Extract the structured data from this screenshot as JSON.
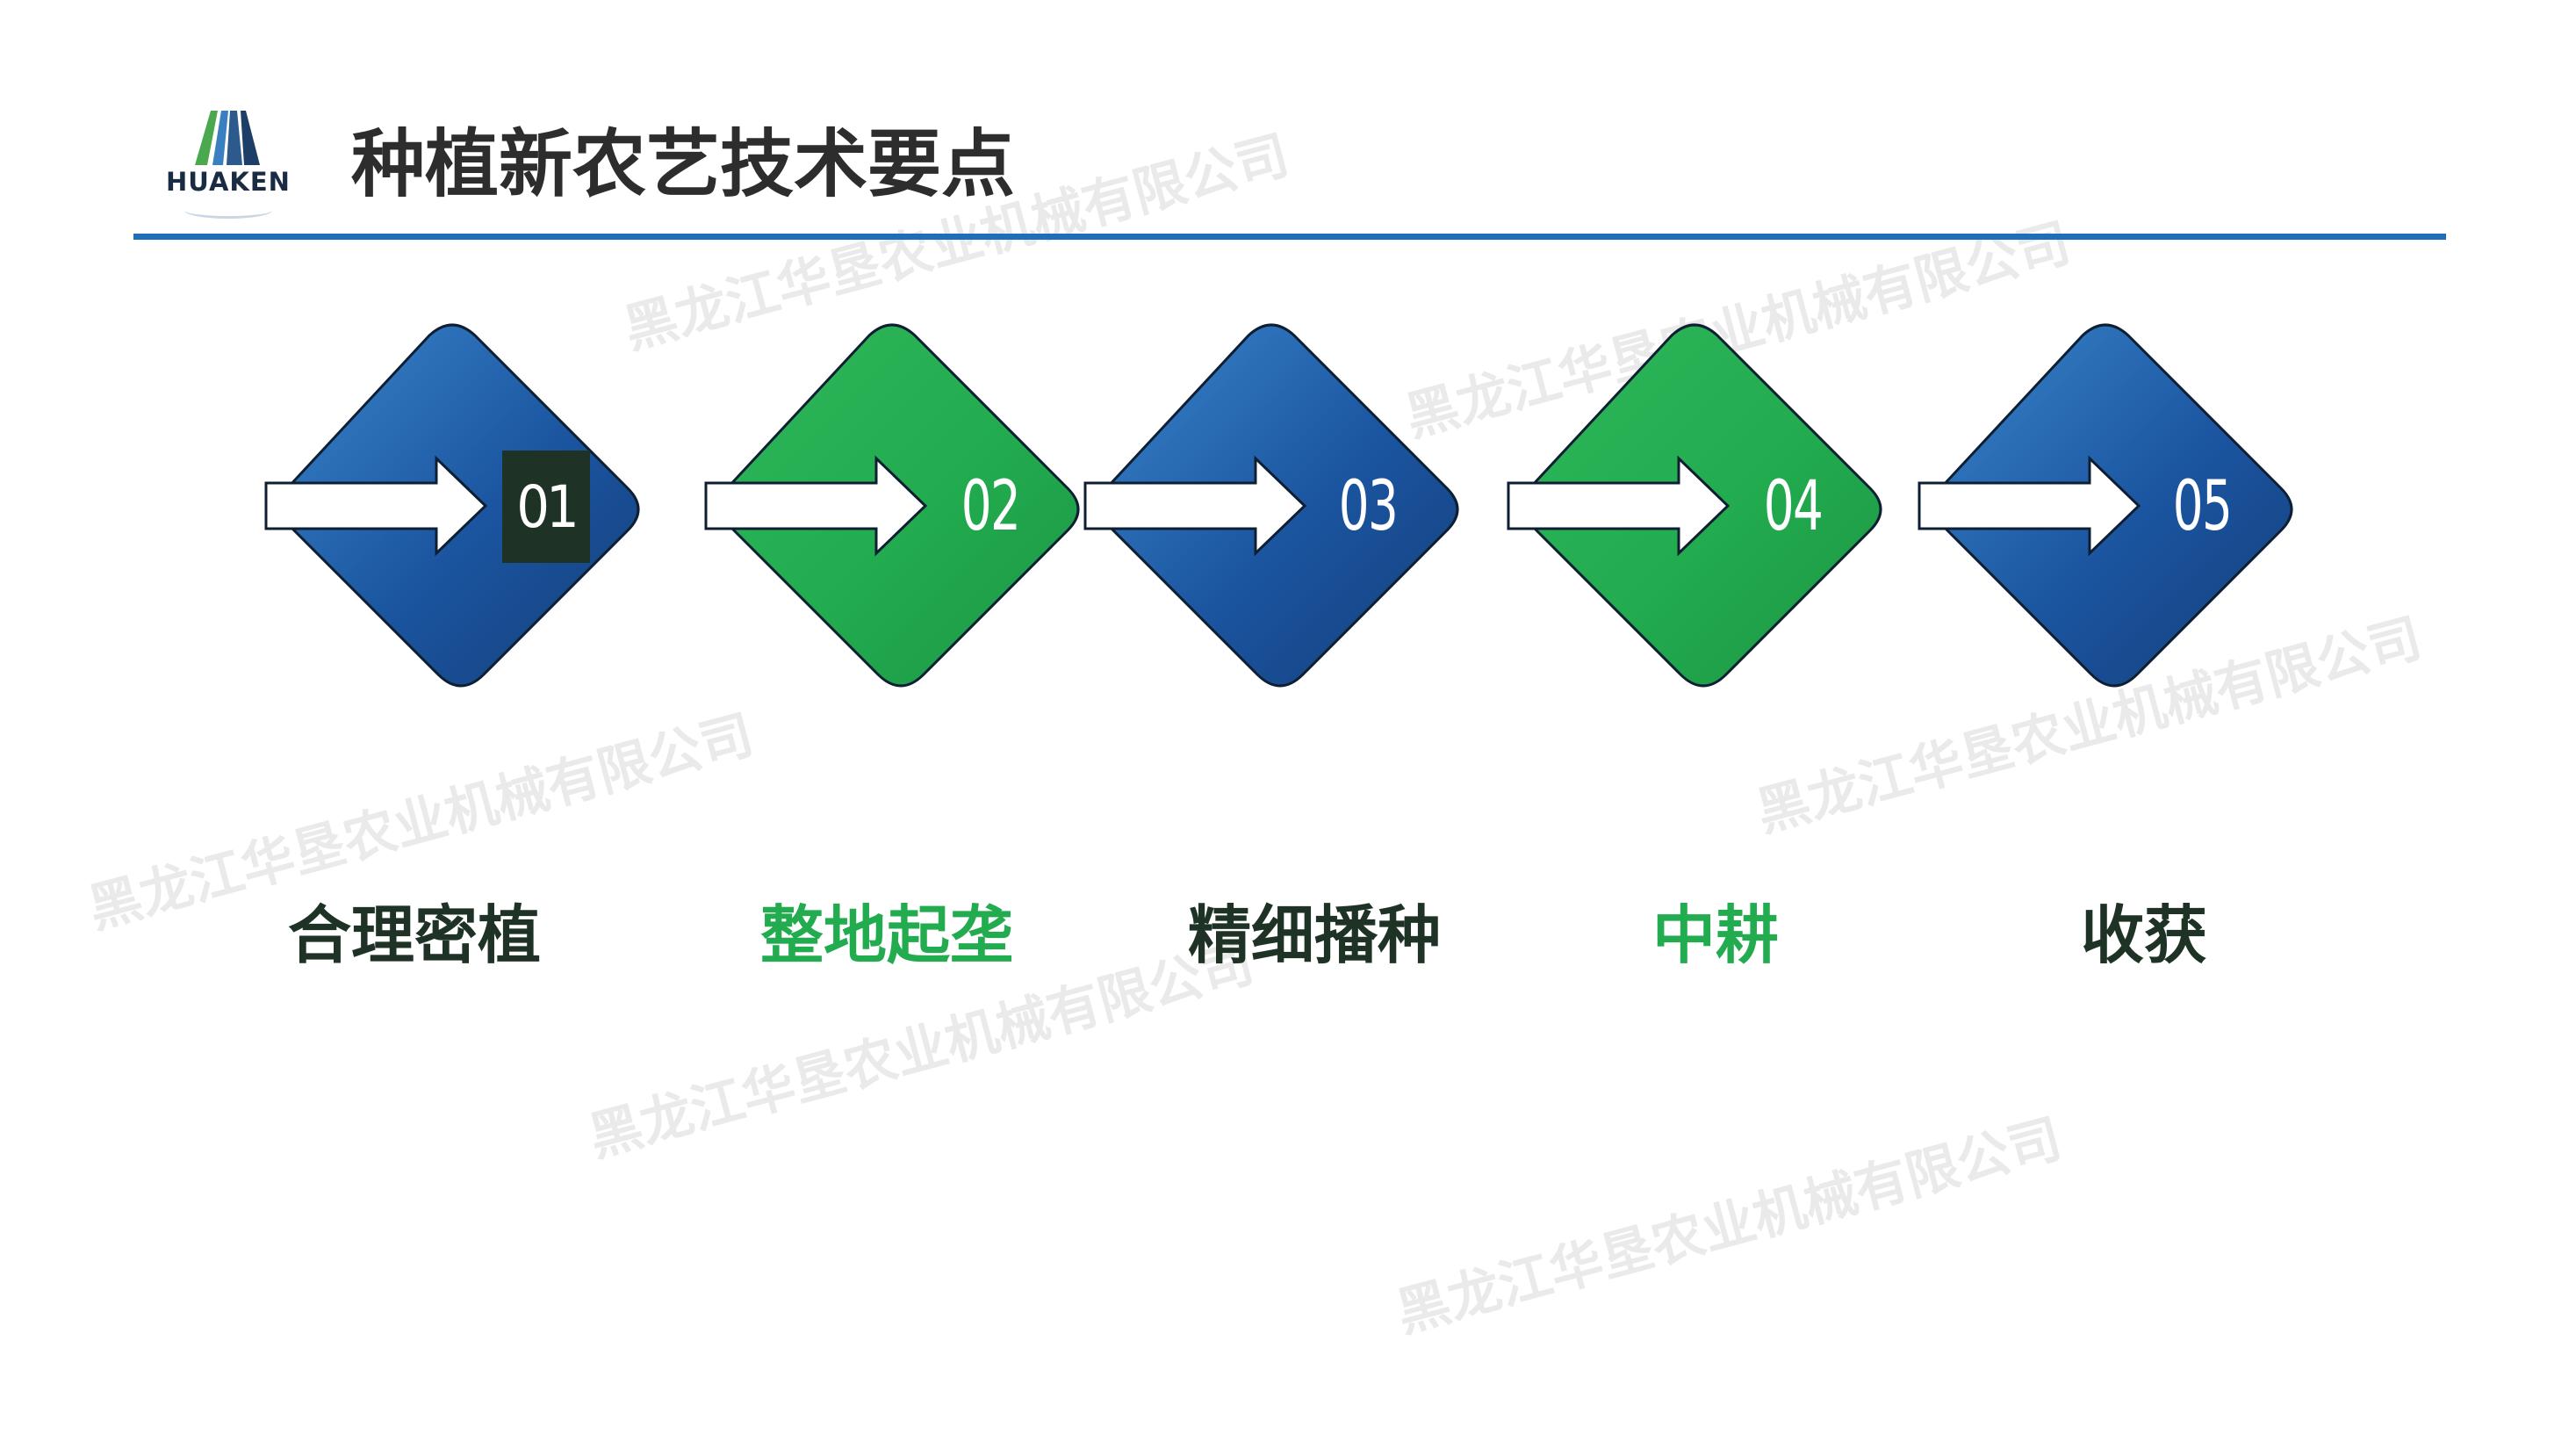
{
  "logo": {
    "text": "HUAKEN"
  },
  "title": "种植新农艺技术要点",
  "colors": {
    "blue": "#1f5fa8",
    "green": "#22ab4f",
    "header_rule": "#1f6fb8",
    "dark_label": "#1e3326"
  },
  "steps": [
    {
      "number": "01",
      "label": "合理密植",
      "color": "blue",
      "label_color": "#1e3326"
    },
    {
      "number": "02",
      "label": "整地起垄",
      "color": "green",
      "label_color": "#22ab4f"
    },
    {
      "number": "03",
      "label": "精细播种",
      "color": "blue",
      "label_color": "#1e3326"
    },
    {
      "number": "04",
      "label": "中耕",
      "color": "green",
      "label_color": "#22ab4f"
    },
    {
      "number": "05",
      "label": "收获",
      "color": "blue",
      "label_color": "#1e3326"
    }
  ],
  "watermark": "黑龙江华垦农业机械有限公司"
}
